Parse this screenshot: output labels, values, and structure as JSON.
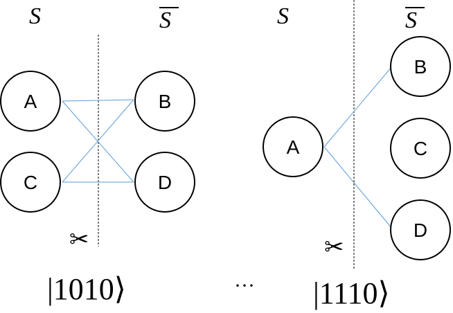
{
  "colors": {
    "edge": "#5b9bd5"
  },
  "left_panel": {
    "set_s": "S",
    "set_sbar": "S",
    "nodes": {
      "A": "A",
      "B": "B",
      "C": "C",
      "D": "D"
    },
    "cut_icon": "scissors-icon",
    "state": "|1010⟩"
  },
  "ellipsis": "···",
  "right_panel": {
    "set_s": "S",
    "set_sbar": "S",
    "nodes": {
      "A": "A",
      "B": "B",
      "C": "C",
      "D": "D"
    },
    "cut_icon": "scissors-icon",
    "state": "|1110⟩"
  }
}
